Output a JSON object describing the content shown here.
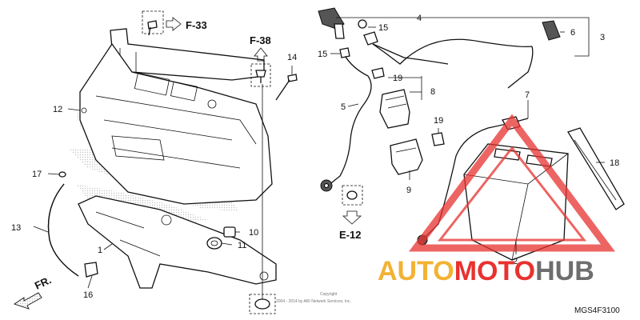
{
  "diagram": {
    "callouts": [
      {
        "id": "c1",
        "text": "1"
      },
      {
        "id": "c2",
        "text": "2"
      },
      {
        "id": "c3",
        "text": "3"
      },
      {
        "id": "c4",
        "text": "4"
      },
      {
        "id": "c5",
        "text": "5"
      },
      {
        "id": "c6",
        "text": "6"
      },
      {
        "id": "c7",
        "text": "7"
      },
      {
        "id": "c8",
        "text": "8"
      },
      {
        "id": "c9",
        "text": "9"
      },
      {
        "id": "c10",
        "text": "10"
      },
      {
        "id": "c11",
        "text": "11"
      },
      {
        "id": "c12",
        "text": "12"
      },
      {
        "id": "c13",
        "text": "13"
      },
      {
        "id": "c14",
        "text": "14"
      },
      {
        "id": "c15a",
        "text": "15"
      },
      {
        "id": "c15b",
        "text": "15"
      },
      {
        "id": "c16",
        "text": "16"
      },
      {
        "id": "c17",
        "text": "17"
      },
      {
        "id": "c18",
        "text": "18"
      },
      {
        "id": "c19a",
        "text": "19"
      },
      {
        "id": "c19b",
        "text": "19"
      }
    ],
    "refs": {
      "f33": "F-33",
      "f38": "F-38",
      "e12": "E-12"
    },
    "front_arrow": "FR.",
    "drawing_code": "MGS4F3100",
    "copyright_line1": "Copyright",
    "copyright_line2": "2004 - 2014 by ARI Network Services, Inc.",
    "watermark": {
      "part1": "AUTO",
      "part2": "MOTO",
      "part3": "HUB",
      "color_orange": "#f2b233",
      "color_red": "#e8322f",
      "color_gray": "#6e6e6e"
    }
  }
}
